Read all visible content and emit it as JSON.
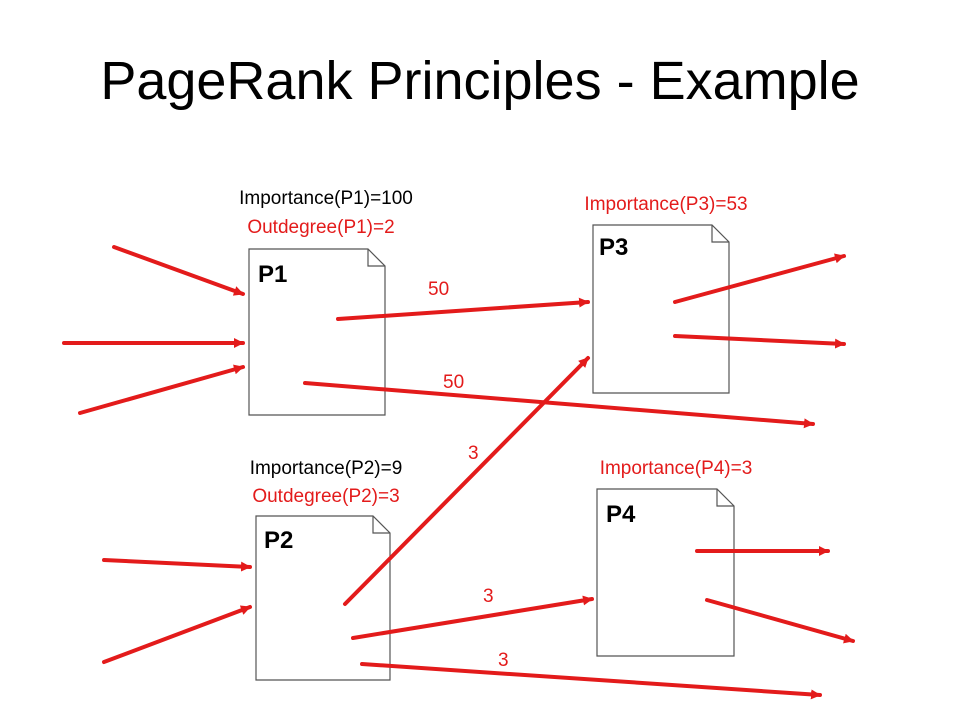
{
  "title": "PageRank Principles - Example",
  "colors": {
    "arrow": "#e31b1b",
    "text": "#000000",
    "page_fill": "#ffffff",
    "page_stroke": "#555555"
  },
  "pages": {
    "p1": {
      "name": "P1",
      "importance": "Importance(P1)=100",
      "outdegree": "Outdegree(P1)=2"
    },
    "p2": {
      "name": "P2",
      "importance": "Importance(P2)=9",
      "outdegree": "Outdegree(P2)=3"
    },
    "p3": {
      "name": "P3",
      "importance": "Importance(P3)=53"
    },
    "p4": {
      "name": "P4",
      "importance": "Importance(P4)=3"
    }
  },
  "edges": {
    "p1_to_p3": "50",
    "p1_out": "50",
    "p2_to_p3": "3",
    "p2_to_p4": "3",
    "p2_out": "3"
  }
}
